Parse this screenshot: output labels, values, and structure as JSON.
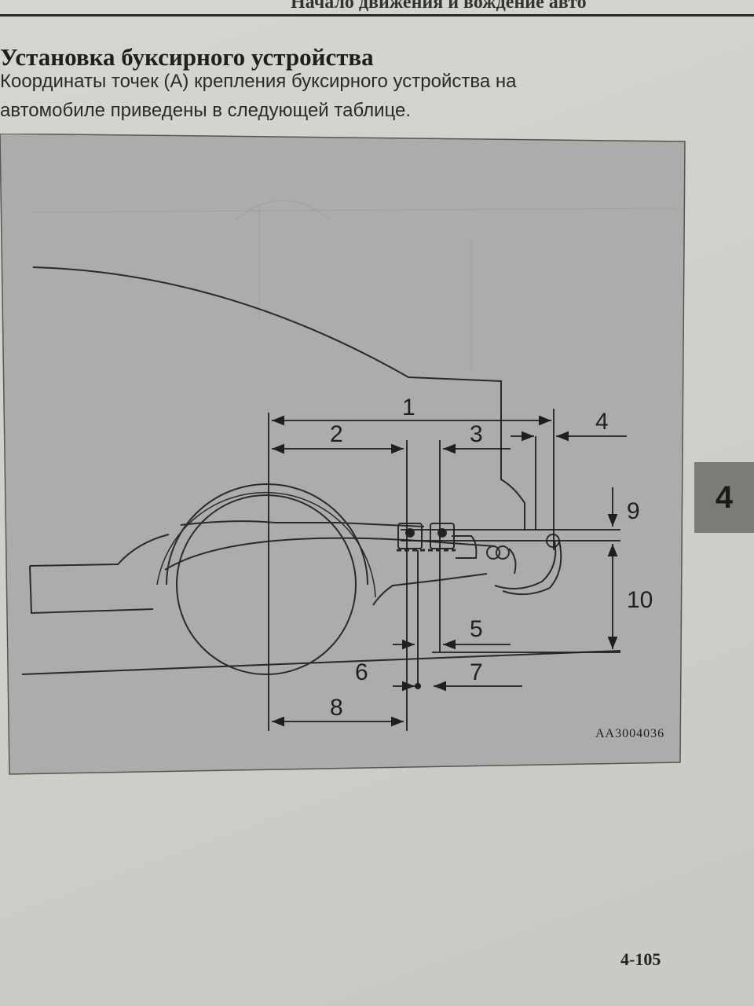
{
  "header": {
    "text": "Начало движения и вождение авто"
  },
  "section": {
    "title": "Установка буксирного устройства",
    "intro_line1": "Координаты точек (A) крепления буксирного устройства на",
    "intro_line2": "автомобиле приведены в следующей таблице."
  },
  "figure": {
    "code": "AA3004036",
    "labels": [
      "1",
      "2",
      "3",
      "4",
      "5",
      "6",
      "7",
      "8",
      "9",
      "10"
    ]
  },
  "chapter_tab": "4",
  "page_number": "4-105"
}
